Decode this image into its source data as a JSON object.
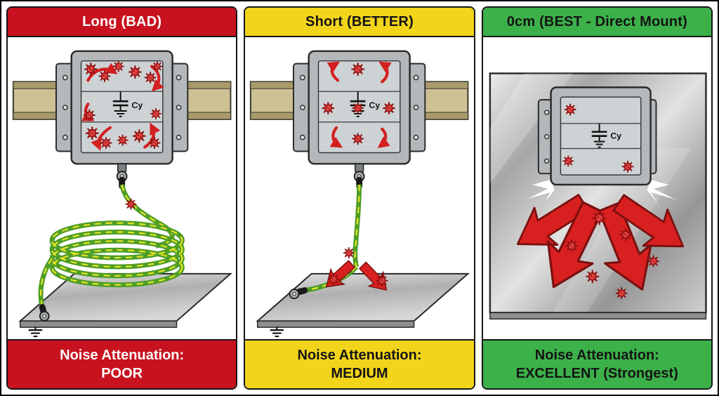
{
  "panels": [
    {
      "name": "long-ground-strap",
      "header": {
        "label": "Long (BAD)",
        "bg": "#c8121f",
        "fg": "#ffffff"
      },
      "illustration": {
        "cap_label": "Cy",
        "noise_color": "#d42020",
        "wire_green": "#4f9e27",
        "wire_yellow": "#e8e426",
        "rail_color": "#cdc092",
        "plate_color": "#c2c2c2",
        "description": "Filter box on DIN rail full of noise particles, long coiled green/yellow ground wire to grounded metal plate"
      },
      "footer": {
        "label": "Noise Attenuation:",
        "value": "POOR",
        "bg": "#c8121f",
        "fg": "#ffffff"
      }
    },
    {
      "name": "short-ground-strap",
      "header": {
        "label": "Short (BETTER)",
        "bg": "#f2d41b",
        "fg": "#141414"
      },
      "illustration": {
        "cap_label": "Cy",
        "noise_color": "#d42020",
        "wire_green": "#4f9e27",
        "wire_yellow": "#e8e426",
        "rail_color": "#cdc092",
        "plate_color": "#c2c2c2",
        "description": "Filter box on DIN rail with fewer noise particles, short ground wire to metal plate, noise arrows exiting"
      },
      "footer": {
        "label": "Noise Attenuation:",
        "value": "MEDIUM",
        "bg": "#f2d41b",
        "fg": "#141414"
      }
    },
    {
      "name": "direct-mount",
      "header": {
        "label": "0cm (BEST - Direct Mount)",
        "bg": "#3cb14a",
        "fg": "#141414"
      },
      "illustration": {
        "cap_label": "Cy",
        "noise_color": "#d42020",
        "plate_color": "#b5b5b5",
        "description": "Filter box mounted directly on metal plate, noise flows out through large red arrows"
      },
      "footer": {
        "label": "Noise Attenuation:",
        "value": "EXCELLENT (Strongest)",
        "bg": "#3cb14a",
        "fg": "#141414"
      }
    }
  ]
}
